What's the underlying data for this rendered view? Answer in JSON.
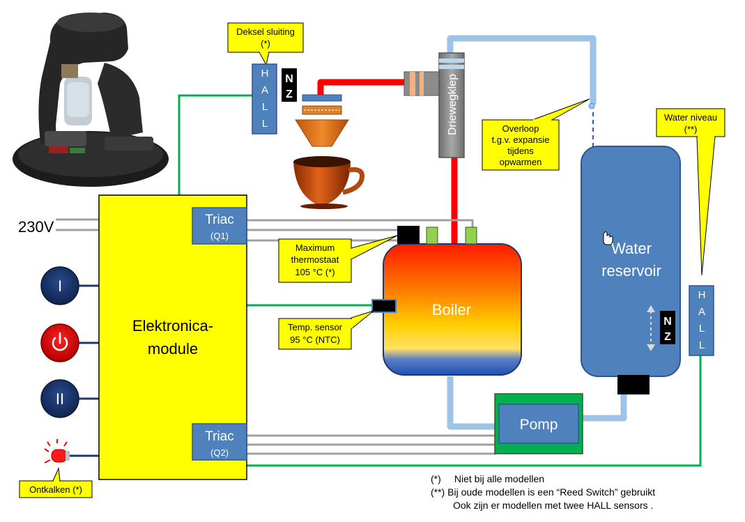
{
  "power": {
    "label": "230V"
  },
  "module": {
    "label_line1": "Elektronica-",
    "label_line2": "module"
  },
  "triac_q1": {
    "label": "Triac",
    "sub": "(Q1)"
  },
  "triac_q2": {
    "label": "Triac",
    "sub": "(Q2)"
  },
  "buttons": [
    {
      "glyph": "I"
    },
    {
      "glyph": "⏻"
    },
    {
      "glyph": "II"
    }
  ],
  "descale": {
    "label": "Ontkalken (*)"
  },
  "lid_closure": {
    "line1": "Deksel sluiting",
    "line2": "(*)"
  },
  "hall_lid": {
    "letters": [
      "H",
      "A",
      "L",
      "L"
    ],
    "magnet": [
      "N",
      "Z"
    ]
  },
  "valve": {
    "label": "Driewegklep"
  },
  "overflow": {
    "line1": "Overloop",
    "line2": "t.g.v. expansie",
    "line3": "tijdens",
    "line4": "opwarmen"
  },
  "level": {
    "line1": "Water niveau",
    "line2": "(**)"
  },
  "reservoir": {
    "line1": "Water",
    "line2": "reservoir"
  },
  "hall_level": {
    "letters": [
      "H",
      "A",
      "L",
      "L"
    ],
    "magnet": [
      "N",
      "Z"
    ]
  },
  "max_thermostat": {
    "line1": "Maximum",
    "line2": "thermostaat",
    "line3": "105 °C  (*)"
  },
  "temp_sensor": {
    "line1": "Temp. sensor",
    "line2": "95 °C (NTC)"
  },
  "boiler": {
    "label": "Boiler"
  },
  "pump": {
    "label": "Pomp"
  },
  "footnotes": {
    "note1_mark": "(*)",
    "note1_text": "Niet bij alle modellen",
    "note2_mark": "(**)",
    "note2_text": "Bij oude modellen is een “Reed Switch” gebruikt",
    "note3_text": "Ook zijn er modellen met twee HALL sensors ."
  },
  "colors": {
    "module_yellow": "#ffff00",
    "triac_blue": "#4f81bd",
    "button_navy": "#1f3864",
    "button_red": "#e00000",
    "pipe_red": "#ff0000",
    "pipe_lightblue": "#9dc3e6",
    "wire_green": "#00b050",
    "wire_grey": "#a6a6a6",
    "pump_green": "#00b050"
  }
}
